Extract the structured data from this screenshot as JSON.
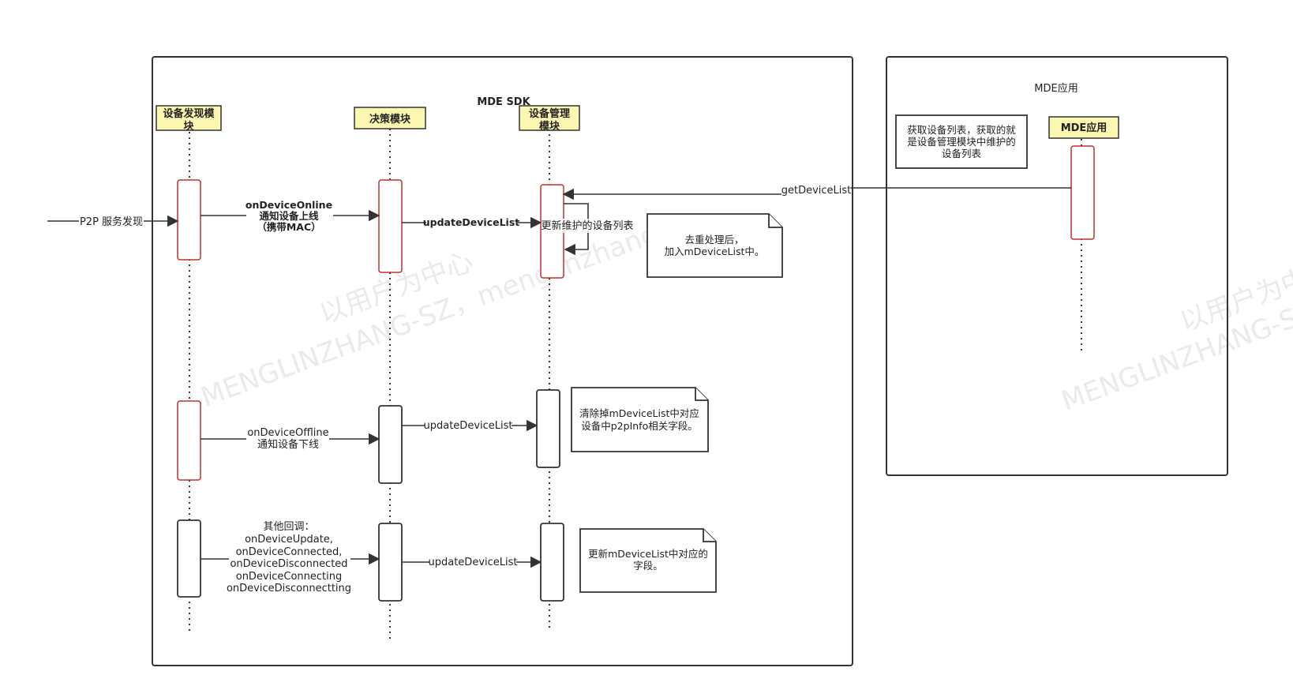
{
  "sdk": {
    "title": "MDE SDK"
  },
  "app": {
    "title": "MDE应用"
  },
  "lifelines": {
    "discovery": {
      "label_1": "设备发现模",
      "label_2": "块"
    },
    "decision": {
      "label": "决策模块"
    },
    "device_mgmt": {
      "label_1": "设备管理",
      "label_2": "模块"
    },
    "mde_app": {
      "label": "MDE应用"
    }
  },
  "messages": {
    "p2p": "P2P 服务发现",
    "online": {
      "line1": "onDeviceOnline",
      "line2": "通知设备上线",
      "line3": "（携带MAC）"
    },
    "update1": "updateDeviceList",
    "self_update": "更新维护的设备列表",
    "get_list": "getDeviceList",
    "offline": {
      "line1": "onDeviceOffline",
      "line2": "通知设备下线"
    },
    "update2": "updateDeviceList",
    "others": {
      "line1": "其他回调：",
      "line2": "onDeviceUpdate,",
      "line3": "onDeviceConnected,",
      "line4": "onDeviceDisconnected",
      "line5": "onDeviceConnecting",
      "line6": "onDeviceDisconnectting"
    },
    "update3": "updateDeviceList"
  },
  "notes": {
    "dedupe": {
      "line1": "去重处理后，",
      "line2": "加入mDeviceList中。"
    },
    "clear": {
      "line1": "清除掉mDeviceList中对应",
      "line2": "设备中p2pInfo相关字段。"
    },
    "update": {
      "line1": "更新mDeviceList中对应的",
      "line2": "字段。"
    },
    "app_info": {
      "line1": "获取设备列表，获取的就",
      "line2": "是设备管理模块中维护的",
      "line3": "设备列表"
    }
  },
  "watermark": {
    "line1": "以用户为中心",
    "line2": "MENGLINZHANG-SZ，menglinzhang",
    "line3": "以用户为中",
    "line4": "MENGLINZHANG-SZ"
  }
}
